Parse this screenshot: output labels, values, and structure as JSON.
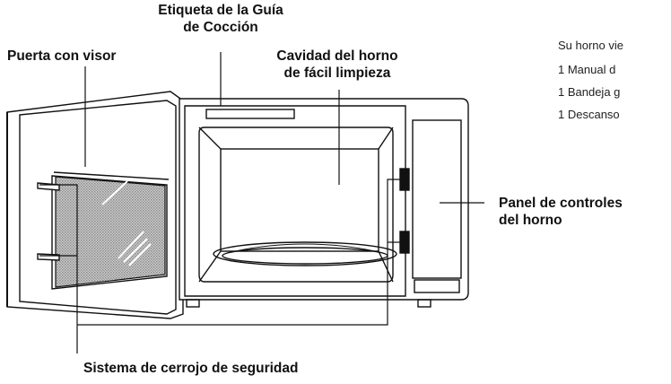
{
  "labels": {
    "guide_label": [
      "Etiqueta de la Guía",
      "de Cocción"
    ],
    "door": "Puerta con visor",
    "cavity": [
      "Cavidad del horno",
      "de fácil limpieza"
    ],
    "control_panel": [
      "Panel de controles",
      "del horno"
    ],
    "safety_lock": "Sistema de cerrojo de seguridad"
  },
  "accessories": {
    "intro": "Su horno vie",
    "items": [
      "1  Manual d",
      "1  Bandeja g",
      "1  Descanso"
    ]
  }
}
